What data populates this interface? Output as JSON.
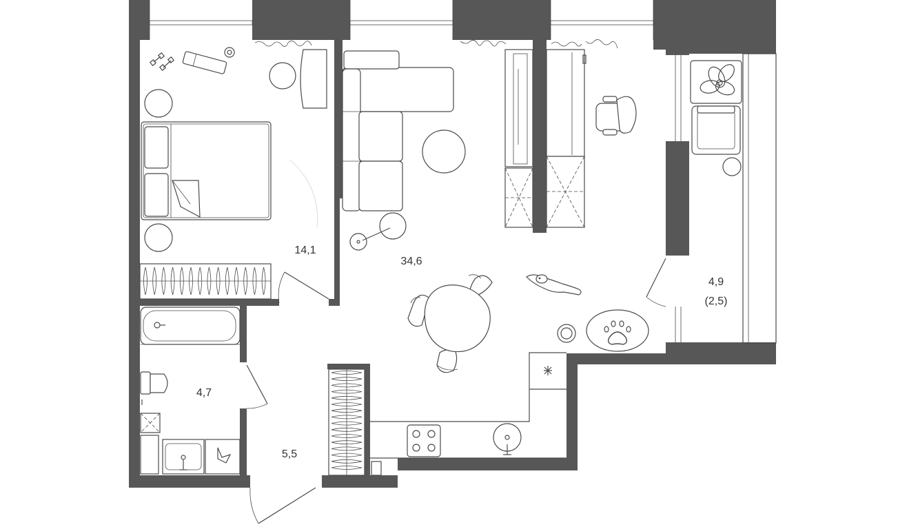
{
  "rooms": [
    {
      "id": "bedroom",
      "area": "14,1"
    },
    {
      "id": "living-kitchen",
      "area": "34,6"
    },
    {
      "id": "bathroom",
      "area": "4,7"
    },
    {
      "id": "hallway",
      "area": "5,5"
    },
    {
      "id": "balcony",
      "area": "4,9",
      "reduced_area": "(2,5)"
    }
  ],
  "colors": {
    "wall": "#575757",
    "line": "#4a4a4a",
    "background": "#ffffff"
  }
}
